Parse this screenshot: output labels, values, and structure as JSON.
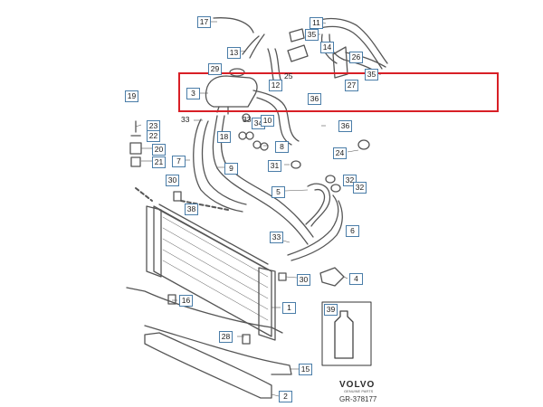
{
  "diagram": {
    "brand": "VOLVO",
    "brand_sub": "GENUINE PARTS",
    "doc_id": "GR-378177",
    "highlight_color": "#d81f26",
    "callout_border_color": "#4a7da8",
    "boxed_callouts": [
      {
        "key": "c17",
        "label": "17"
      },
      {
        "key": "c13",
        "label": "13"
      },
      {
        "key": "c11",
        "label": "11"
      },
      {
        "key": "c35a",
        "label": "35"
      },
      {
        "key": "c14",
        "label": "14"
      },
      {
        "key": "c26",
        "label": "26"
      },
      {
        "key": "c29",
        "label": "29"
      },
      {
        "key": "c12",
        "label": "12"
      },
      {
        "key": "c36a",
        "label": "36"
      },
      {
        "key": "c27",
        "label": "27"
      },
      {
        "key": "c35b",
        "label": "35"
      },
      {
        "key": "c19",
        "label": "19"
      },
      {
        "key": "c3",
        "label": "3"
      },
      {
        "key": "c23",
        "label": "23"
      },
      {
        "key": "c22",
        "label": "22"
      },
      {
        "key": "c20",
        "label": "20"
      },
      {
        "key": "c21",
        "label": "21"
      },
      {
        "key": "c34",
        "label": "34"
      },
      {
        "key": "c10",
        "label": "10"
      },
      {
        "key": "c36b",
        "label": "36"
      },
      {
        "key": "c18",
        "label": "18"
      },
      {
        "key": "c8",
        "label": "8"
      },
      {
        "key": "c24",
        "label": "24"
      },
      {
        "key": "c7",
        "label": "7"
      },
      {
        "key": "c9",
        "label": "9"
      },
      {
        "key": "c31",
        "label": "31"
      },
      {
        "key": "c32a",
        "label": "32"
      },
      {
        "key": "c32b",
        "label": "32"
      },
      {
        "key": "c5",
        "label": "5"
      },
      {
        "key": "c30a",
        "label": "30"
      },
      {
        "key": "c38",
        "label": "38"
      },
      {
        "key": "c6",
        "label": "6"
      },
      {
        "key": "c33b",
        "label": "33"
      },
      {
        "key": "c30b",
        "label": "30"
      },
      {
        "key": "c4",
        "label": "4"
      },
      {
        "key": "c16",
        "label": "16"
      },
      {
        "key": "c1",
        "label": "1"
      },
      {
        "key": "c39",
        "label": "39"
      },
      {
        "key": "c28",
        "label": "28"
      },
      {
        "key": "c15",
        "label": "15"
      },
      {
        "key": "c2",
        "label": "2"
      }
    ],
    "plain_callouts": [
      {
        "key": "p25",
        "label": "25"
      },
      {
        "key": "p33a",
        "label": "33"
      },
      {
        "key": "p33c",
        "label": "33"
      }
    ]
  }
}
